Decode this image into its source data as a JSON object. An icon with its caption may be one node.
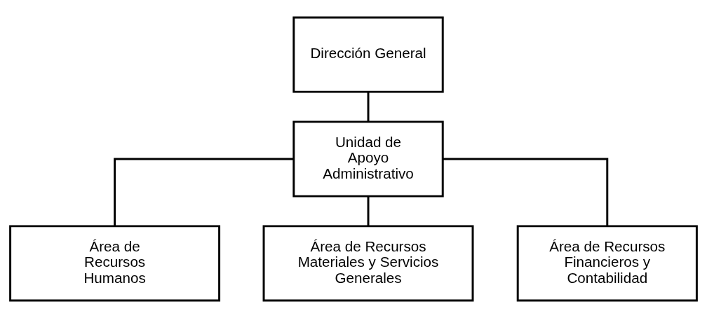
{
  "diagram": {
    "nodes": [
      {
        "text": [
          "Dirección General"
        ]
      },
      {
        "text": [
          "Unidad de Apoyo Administrativo"
        ]
      },
      {
        "text": [
          "Área de Recursos Humanos"
        ]
      },
      {
        "text": [
          "Área de Recursos Materiales y Servicios Generales"
        ]
      },
      {
        "text": [
          "Área de Recursos Financieros y Contabilidad"
        ]
      }
    ],
    "edges": [
      {
        "from": 0,
        "to": 1,
        "arrow": "none"
      },
      {
        "from": 1,
        "to": 2,
        "arrow": "none"
      },
      {
        "from": 1,
        "to": 3,
        "arrow": "none"
      },
      {
        "from": 1,
        "to": 4,
        "arrow": "none"
      }
    ]
  }
}
